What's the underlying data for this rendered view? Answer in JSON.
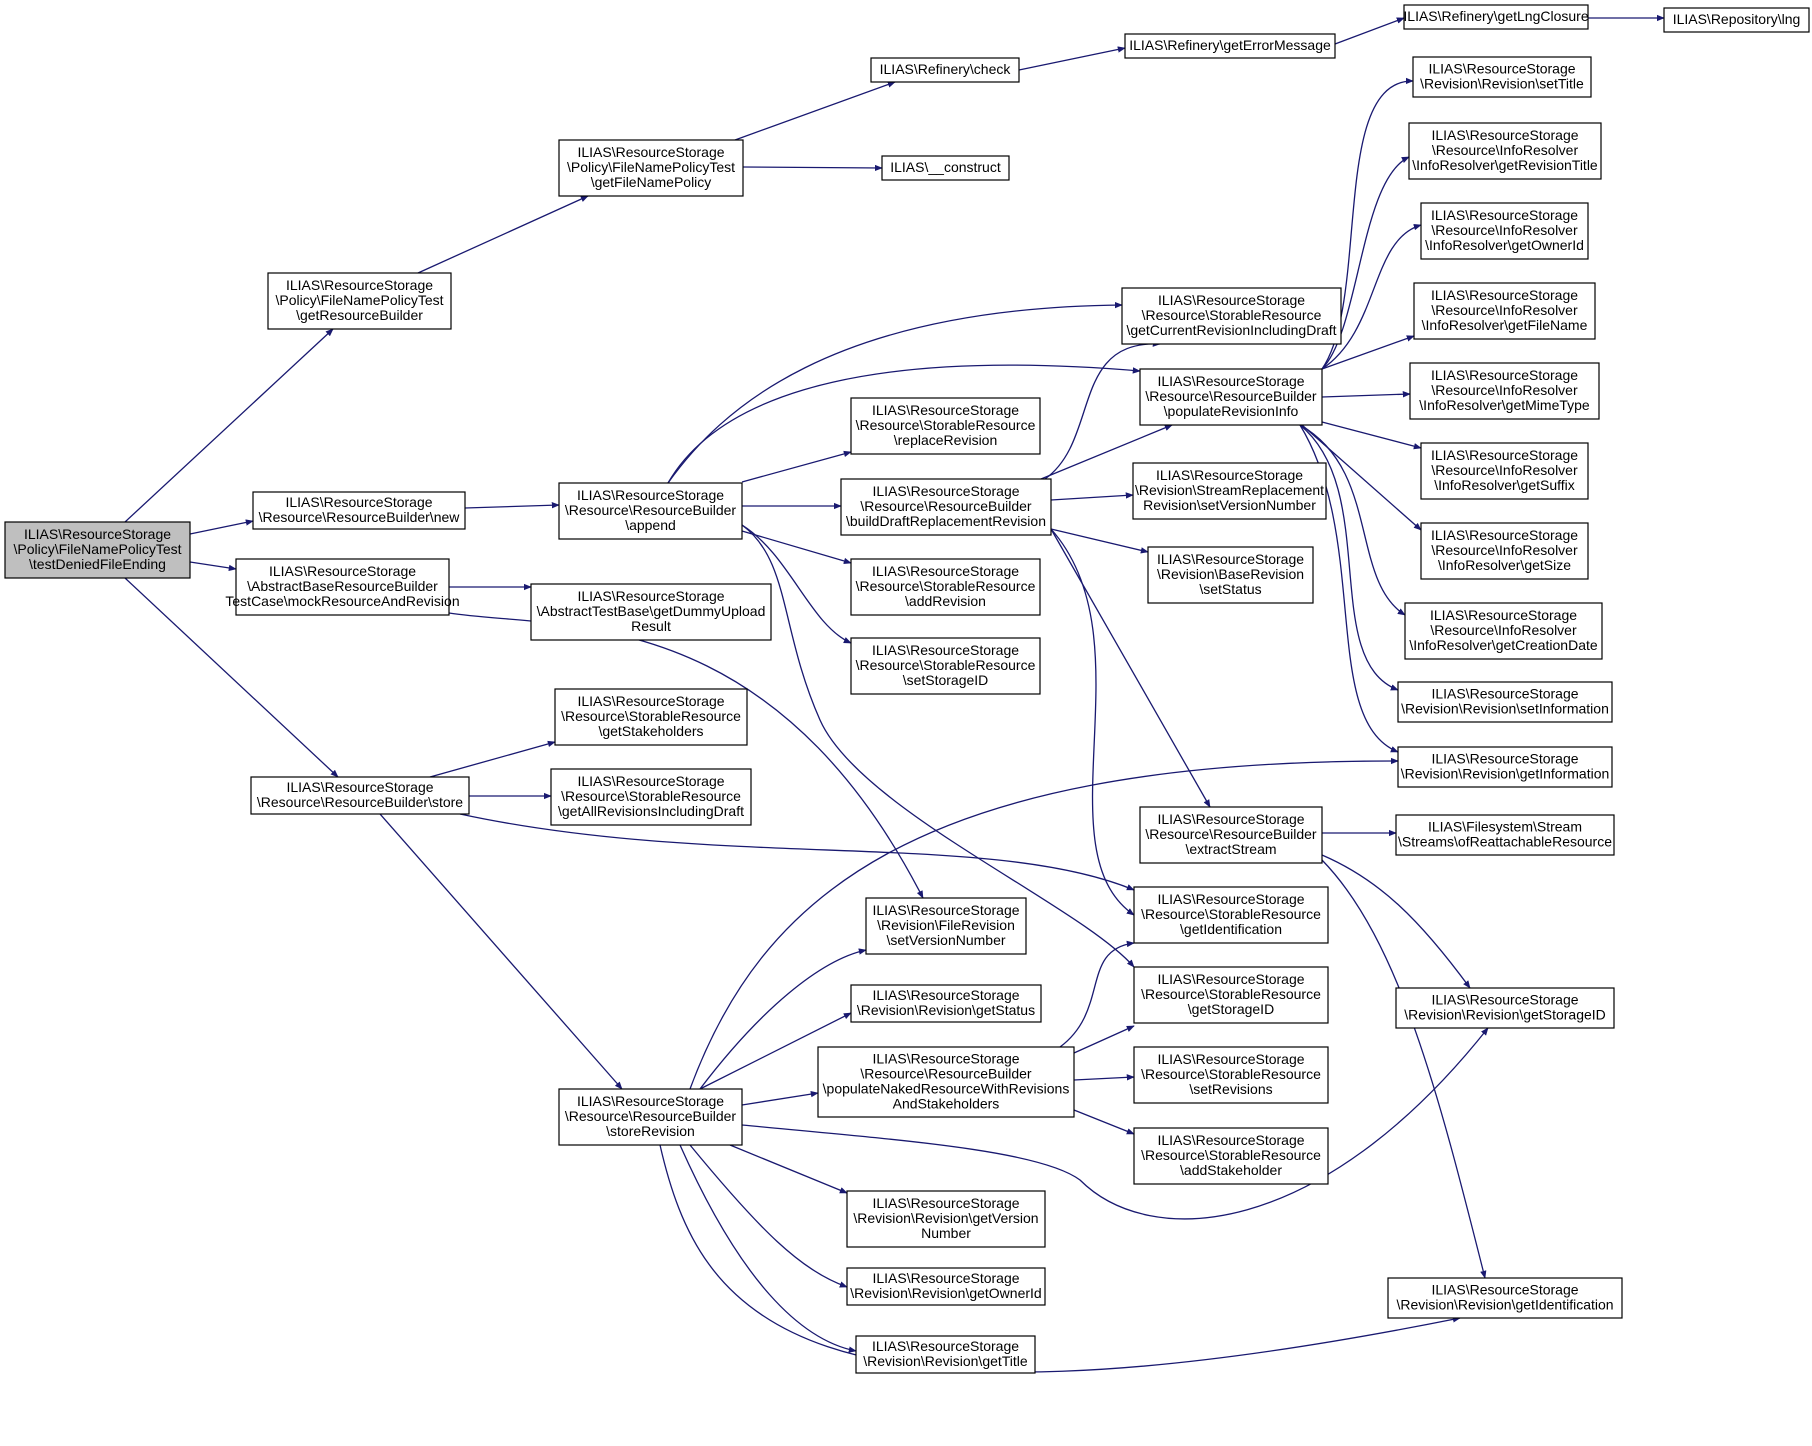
{
  "diagram": {
    "nodes": [
      {
        "id": "n0",
        "lines": [
          "ILIAS\\ResourceStorage",
          "\\Policy\\FileNamePolicyTest",
          "\\testDeniedFileEnding"
        ],
        "root": true
      },
      {
        "id": "n1",
        "lines": [
          "ILIAS\\ResourceStorage",
          "\\Policy\\FileNamePolicyTest",
          "\\getResourceBuilder"
        ]
      },
      {
        "id": "n2",
        "lines": [
          "ILIAS\\ResourceStorage",
          "\\Resource\\ResourceBuilder\\new"
        ]
      },
      {
        "id": "n3",
        "lines": [
          "ILIAS\\ResourceStorage",
          "\\AbstractBaseResourceBuilder",
          "TestCase\\mockResourceAndRevision"
        ]
      },
      {
        "id": "n4",
        "lines": [
          "ILIAS\\ResourceStorage",
          "\\Resource\\ResourceBuilder\\store"
        ]
      },
      {
        "id": "n5",
        "lines": [
          "ILIAS\\ResourceStorage",
          "\\Policy\\FileNamePolicyTest",
          "\\getFileNamePolicy"
        ]
      },
      {
        "id": "n6",
        "lines": [
          "ILIAS\\ResourceStorage",
          "\\Resource\\ResourceBuilder",
          "\\append"
        ]
      },
      {
        "id": "n7",
        "lines": [
          "ILIAS\\ResourceStorage",
          "\\AbstractTestBase\\getDummyUpload",
          "Result"
        ]
      },
      {
        "id": "n8",
        "lines": [
          "ILIAS\\ResourceStorage",
          "\\Resource\\StorableResource",
          "\\getStakeholders"
        ]
      },
      {
        "id": "n9",
        "lines": [
          "ILIAS\\ResourceStorage",
          "\\Resource\\StorableResource",
          "\\getAllRevisionsIncludingDraft"
        ]
      },
      {
        "id": "n10",
        "lines": [
          "ILIAS\\ResourceStorage",
          "\\Resource\\ResourceBuilder",
          "\\storeRevision"
        ]
      },
      {
        "id": "n11",
        "lines": [
          "ILIAS\\Refinery\\check"
        ]
      },
      {
        "id": "n12",
        "lines": [
          "ILIAS\\__construct"
        ]
      },
      {
        "id": "n13",
        "lines": [
          "ILIAS\\ResourceStorage",
          "\\Resource\\StorableResource",
          "\\replaceRevision"
        ]
      },
      {
        "id": "n14",
        "lines": [
          "ILIAS\\ResourceStorage",
          "\\Resource\\ResourceBuilder",
          "\\buildDraftReplacementRevision"
        ]
      },
      {
        "id": "n15",
        "lines": [
          "ILIAS\\ResourceStorage",
          "\\Resource\\StorableResource",
          "\\addRevision"
        ]
      },
      {
        "id": "n16",
        "lines": [
          "ILIAS\\ResourceStorage",
          "\\Resource\\StorableResource",
          "\\setStorageID"
        ]
      },
      {
        "id": "n17",
        "lines": [
          "ILIAS\\ResourceStorage",
          "\\Revision\\FileRevision",
          "\\setVersionNumber"
        ]
      },
      {
        "id": "n18",
        "lines": [
          "ILIAS\\ResourceStorage",
          "\\Revision\\Revision\\getStatus"
        ]
      },
      {
        "id": "n19",
        "lines": [
          "ILIAS\\ResourceStorage",
          "\\Resource\\ResourceBuilder",
          "\\populateNakedResourceWithRevisions",
          "AndStakeholders"
        ]
      },
      {
        "id": "n20",
        "lines": [
          "ILIAS\\ResourceStorage",
          "\\Revision\\Revision\\getVersion",
          "Number"
        ]
      },
      {
        "id": "n21",
        "lines": [
          "ILIAS\\ResourceStorage",
          "\\Revision\\Revision\\getOwnerId"
        ]
      },
      {
        "id": "n22",
        "lines": [
          "ILIAS\\ResourceStorage",
          "\\Revision\\Revision\\getTitle"
        ]
      },
      {
        "id": "n23",
        "lines": [
          "ILIAS\\Refinery\\getErrorMessage"
        ]
      },
      {
        "id": "n24",
        "lines": [
          "ILIAS\\ResourceStorage",
          "\\Resource\\StorableResource",
          "\\getCurrentRevisionIncludingDraft"
        ]
      },
      {
        "id": "n25",
        "lines": [
          "ILIAS\\ResourceStorage",
          "\\Resource\\ResourceBuilder",
          "\\populateRevisionInfo"
        ]
      },
      {
        "id": "n26",
        "lines": [
          "ILIAS\\ResourceStorage",
          "\\Revision\\StreamReplacement",
          "Revision\\setVersionNumber"
        ]
      },
      {
        "id": "n27",
        "lines": [
          "ILIAS\\ResourceStorage",
          "\\Revision\\BaseRevision",
          "\\setStatus"
        ]
      },
      {
        "id": "n28",
        "lines": [
          "ILIAS\\ResourceStorage",
          "\\Resource\\ResourceBuilder",
          "\\extractStream"
        ]
      },
      {
        "id": "n29",
        "lines": [
          "ILIAS\\ResourceStorage",
          "\\Resource\\StorableResource",
          "\\getIdentification"
        ]
      },
      {
        "id": "n30",
        "lines": [
          "ILIAS\\ResourceStorage",
          "\\Resource\\StorableResource",
          "\\getStorageID"
        ]
      },
      {
        "id": "n31",
        "lines": [
          "ILIAS\\ResourceStorage",
          "\\Resource\\StorableResource",
          "\\setRevisions"
        ]
      },
      {
        "id": "n32",
        "lines": [
          "ILIAS\\ResourceStorage",
          "\\Resource\\StorableResource",
          "\\addStakeholder"
        ]
      },
      {
        "id": "n33",
        "lines": [
          "ILIAS\\Refinery\\getLngClosure"
        ]
      },
      {
        "id": "n34",
        "lines": [
          "ILIAS\\Repository\\lng"
        ]
      },
      {
        "id": "n35",
        "lines": [
          "ILIAS\\ResourceStorage",
          "\\Revision\\Revision\\setTitle"
        ]
      },
      {
        "id": "n36",
        "lines": [
          "ILIAS\\ResourceStorage",
          "\\Resource\\InfoResolver",
          "\\InfoResolver\\getRevisionTitle"
        ]
      },
      {
        "id": "n37",
        "lines": [
          "ILIAS\\ResourceStorage",
          "\\Resource\\InfoResolver",
          "\\InfoResolver\\getOwnerId"
        ]
      },
      {
        "id": "n38",
        "lines": [
          "ILIAS\\ResourceStorage",
          "\\Resource\\InfoResolver",
          "\\InfoResolver\\getFileName"
        ]
      },
      {
        "id": "n39",
        "lines": [
          "ILIAS\\ResourceStorage",
          "\\Resource\\InfoResolver",
          "\\InfoResolver\\getMimeType"
        ]
      },
      {
        "id": "n40",
        "lines": [
          "ILIAS\\ResourceStorage",
          "\\Resource\\InfoResolver",
          "\\InfoResolver\\getSuffix"
        ]
      },
      {
        "id": "n41",
        "lines": [
          "ILIAS\\ResourceStorage",
          "\\Resource\\InfoResolver",
          "\\InfoResolver\\getSize"
        ]
      },
      {
        "id": "n42",
        "lines": [
          "ILIAS\\ResourceStorage",
          "\\Resource\\InfoResolver",
          "\\InfoResolver\\getCreationDate"
        ]
      },
      {
        "id": "n43",
        "lines": [
          "ILIAS\\ResourceStorage",
          "\\Revision\\Revision\\setInformation"
        ]
      },
      {
        "id": "n44",
        "lines": [
          "ILIAS\\ResourceStorage",
          "\\Revision\\Revision\\getInformation"
        ]
      },
      {
        "id": "n45",
        "lines": [
          "ILIAS\\Filesystem\\Stream",
          "\\Streams\\ofReattachableResource"
        ]
      },
      {
        "id": "n46",
        "lines": [
          "ILIAS\\ResourceStorage",
          "\\Revision\\Revision\\getStorageID"
        ]
      },
      {
        "id": "n47",
        "lines": [
          "ILIAS\\ResourceStorage",
          "\\Revision\\Revision\\getIdentification"
        ]
      }
    ],
    "edges": [
      [
        "n0",
        "n1"
      ],
      [
        "n0",
        "n2"
      ],
      [
        "n0",
        "n3"
      ],
      [
        "n0",
        "n4"
      ],
      [
        "n1",
        "n5"
      ],
      [
        "n5",
        "n11"
      ],
      [
        "n5",
        "n12"
      ],
      [
        "n11",
        "n23"
      ],
      [
        "n23",
        "n33"
      ],
      [
        "n33",
        "n34"
      ],
      [
        "n2",
        "n6"
      ],
      [
        "n6",
        "n13"
      ],
      [
        "n6",
        "n14"
      ],
      [
        "n6",
        "n15"
      ],
      [
        "n6",
        "n16"
      ],
      [
        "n6",
        "n24"
      ],
      [
        "n6",
        "n25"
      ],
      [
        "n6",
        "n30"
      ],
      [
        "n3",
        "n7"
      ],
      [
        "n3",
        "n17"
      ],
      [
        "n4",
        "n8"
      ],
      [
        "n4",
        "n9"
      ],
      [
        "n4",
        "n10"
      ],
      [
        "n4",
        "n29"
      ],
      [
        "n14",
        "n24"
      ],
      [
        "n14",
        "n25"
      ],
      [
        "n14",
        "n26"
      ],
      [
        "n14",
        "n27"
      ],
      [
        "n14",
        "n28"
      ],
      [
        "n14",
        "n29"
      ],
      [
        "n25",
        "n35"
      ],
      [
        "n25",
        "n36"
      ],
      [
        "n25",
        "n37"
      ],
      [
        "n25",
        "n38"
      ],
      [
        "n25",
        "n39"
      ],
      [
        "n25",
        "n40"
      ],
      [
        "n25",
        "n41"
      ],
      [
        "n25",
        "n42"
      ],
      [
        "n25",
        "n43"
      ],
      [
        "n25",
        "n44"
      ],
      [
        "n28",
        "n45"
      ],
      [
        "n28",
        "n46"
      ],
      [
        "n28",
        "n47"
      ],
      [
        "n10",
        "n17"
      ],
      [
        "n10",
        "n18"
      ],
      [
        "n10",
        "n19"
      ],
      [
        "n10",
        "n20"
      ],
      [
        "n10",
        "n21"
      ],
      [
        "n10",
        "n22"
      ],
      [
        "n10",
        "n44"
      ],
      [
        "n10",
        "n46"
      ],
      [
        "n10",
        "n47"
      ],
      [
        "n19",
        "n29"
      ],
      [
        "n19",
        "n30"
      ],
      [
        "n19",
        "n31"
      ],
      [
        "n19",
        "n32"
      ]
    ]
  }
}
